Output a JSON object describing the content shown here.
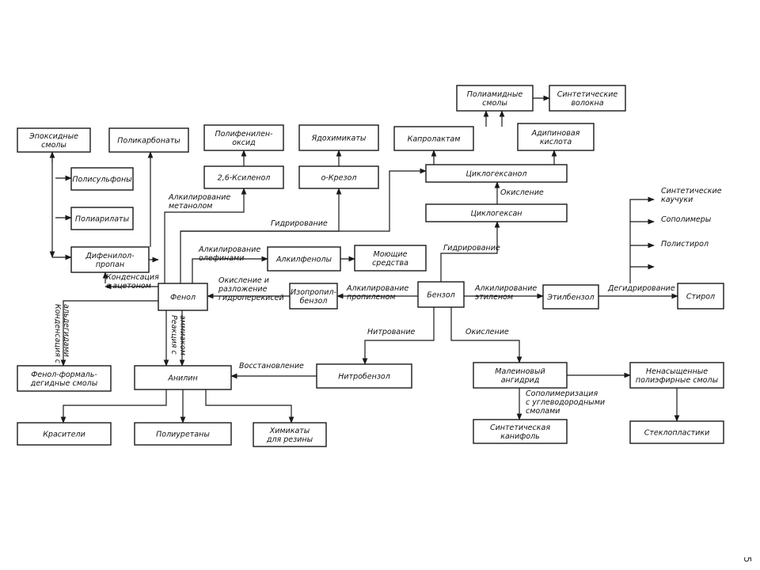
{
  "boxes": [
    {
      "id": "epoxy",
      "lines": [
        "Эпоксидные",
        "смолы"
      ]
    },
    {
      "id": "polycarbonates",
      "lines": [
        "Поликарбонаты"
      ]
    },
    {
      "id": "polysulfones",
      "lines": [
        "Полисульфоны"
      ]
    },
    {
      "id": "polyarylates",
      "lines": [
        "Полиарилаты"
      ]
    },
    {
      "id": "diphenylolpropane",
      "lines": [
        "Дифенилол-",
        "пропан"
      ]
    },
    {
      "id": "polyphenylene-oxide",
      "lines": [
        "Полифенилен-",
        "оксид"
      ]
    },
    {
      "id": "xylenol",
      "lines": [
        "2,6-Ксиленол"
      ]
    },
    {
      "id": "pesticides",
      "lines": [
        "Ядохимикаты"
      ]
    },
    {
      "id": "cresol",
      "lines": [
        "о-Крезол"
      ]
    },
    {
      "id": "polyamide-resins",
      "lines": [
        "Полиамидные",
        "смолы"
      ]
    },
    {
      "id": "synthetic-fibers",
      "lines": [
        "Синтетические",
        "волокна"
      ]
    },
    {
      "id": "caprolactam",
      "lines": [
        "Капролактам"
      ]
    },
    {
      "id": "adipic-acid",
      "lines": [
        "Адипиновая",
        "кислота"
      ]
    },
    {
      "id": "cyclohexanol",
      "lines": [
        "Циклогексанол"
      ]
    },
    {
      "id": "cyclohexane",
      "lines": [
        "Циклогексан"
      ]
    },
    {
      "id": "alkylphenols",
      "lines": [
        "Алкилфенолы"
      ]
    },
    {
      "id": "detergents",
      "lines": [
        "Моющие",
        "средства"
      ]
    },
    {
      "id": "phenol",
      "lines": [
        "Фенол"
      ]
    },
    {
      "id": "cumene",
      "lines": [
        "Изопропил-",
        "бензол"
      ]
    },
    {
      "id": "benzene",
      "lines": [
        "Бензол"
      ]
    },
    {
      "id": "ethylbenzene",
      "lines": [
        "Этилбензол"
      ]
    },
    {
      "id": "styrene",
      "lines": [
        "Стирол"
      ]
    },
    {
      "id": "phenol-formaldehyde",
      "lines": [
        "Фенол-формаль-",
        "дегидные смолы"
      ]
    },
    {
      "id": "aniline",
      "lines": [
        "Анилин"
      ]
    },
    {
      "id": "nitrobenzene",
      "lines": [
        "Нитробензол"
      ]
    },
    {
      "id": "maleic-anhydride",
      "lines": [
        "Малеиновый",
        "ангидрид"
      ]
    },
    {
      "id": "unsaturated-polyester",
      "lines": [
        "Ненасыщенные",
        "полиэфирные смолы"
      ]
    },
    {
      "id": "dyes",
      "lines": [
        "Красители"
      ]
    },
    {
      "id": "polyurethanes",
      "lines": [
        "Полиуретаны"
      ]
    },
    {
      "id": "rubber-chemicals",
      "lines": [
        "Химикаты",
        "для резины"
      ]
    },
    {
      "id": "synthetic-rosin",
      "lines": [
        "Синтетическая",
        "канифоль"
      ]
    },
    {
      "id": "fiberglass",
      "lines": [
        "Стеклопластики"
      ]
    }
  ],
  "free_labels": [
    {
      "id": "synthetic-rubbers",
      "lines": [
        "Синтетические",
        "каучуки"
      ]
    },
    {
      "id": "copolymers",
      "lines": [
        "Сополимеры"
      ]
    },
    {
      "id": "polystyrene",
      "lines": [
        "Полистирол"
      ]
    }
  ],
  "edge_labels": [
    {
      "id": "condensation-acetone",
      "lines": [
        "Конденсация",
        "с ацетоном"
      ]
    },
    {
      "id": "alkylation-methanol",
      "lines": [
        "Алкилирование",
        "метанолом"
      ]
    },
    {
      "id": "hydrogenation-phenol",
      "lines": [
        "Гидрирование"
      ]
    },
    {
      "id": "alkylation-olefins",
      "lines": [
        "Алкилирование",
        "олефинами"
      ]
    },
    {
      "id": "oxidation-decomposition",
      "lines": [
        "Окисление и",
        "разложение",
        "гидроперекисей"
      ]
    },
    {
      "id": "alkylation-propylene",
      "lines": [
        "Алкилирование",
        "пропиленом"
      ]
    },
    {
      "id": "oxidation-cyclohexane",
      "lines": [
        "Окисление"
      ]
    },
    {
      "id": "hydrogenation-benzene",
      "lines": [
        "Гидрирование"
      ]
    },
    {
      "id": "alkylation-ethylene",
      "lines": [
        "Алкилирование",
        "этиленом"
      ]
    },
    {
      "id": "dehydrogenation",
      "lines": [
        "Дегидрирование"
      ]
    },
    {
      "id": "nitration",
      "lines": [
        "Нитрование"
      ]
    },
    {
      "id": "oxidation-benzene",
      "lines": [
        "Окисление"
      ]
    },
    {
      "id": "reduction",
      "lines": [
        "Восстановление"
      ]
    },
    {
      "id": "copolymerization",
      "lines": [
        "Сополимеризация",
        "с углеводородными",
        "смолами"
      ]
    },
    {
      "id": "condensation-aldehydes",
      "lines": [
        "Конденсация с",
        "альдегидами"
      ]
    },
    {
      "id": "reaction-ammonia",
      "lines": [
        "Реакция с",
        "аммиаком"
      ]
    }
  ],
  "page_number": "5"
}
